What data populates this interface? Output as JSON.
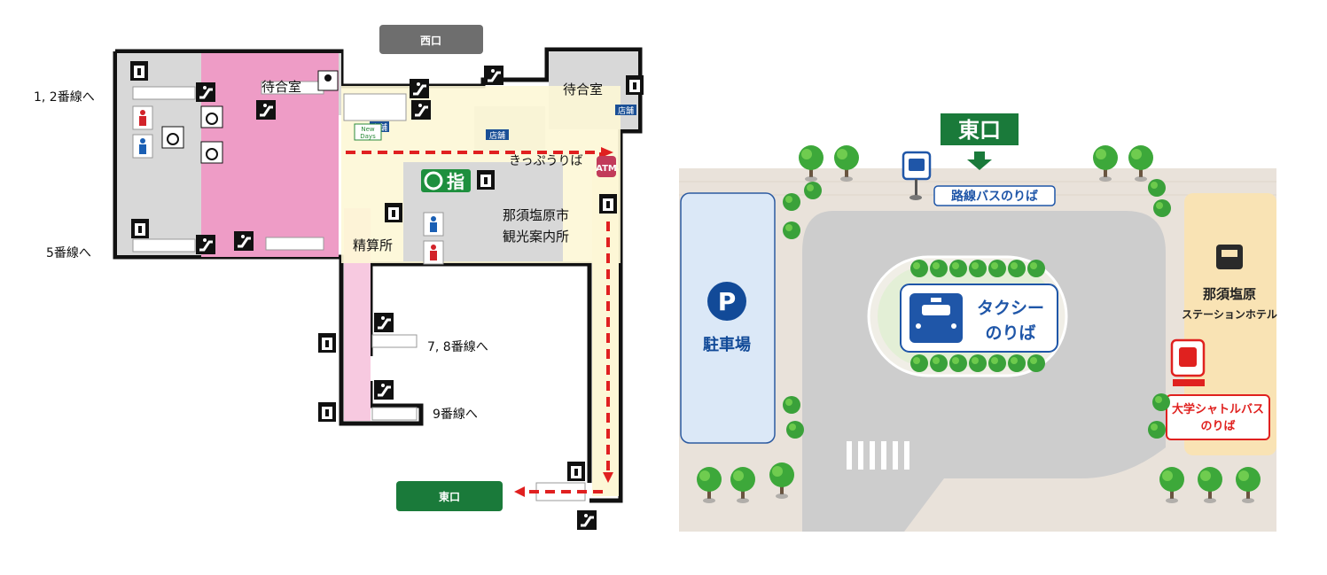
{
  "station_map": {
    "exits": {
      "west": "西口",
      "east": "東口"
    },
    "rooms": {
      "waiting_room_1": "待合室",
      "waiting_room_2": "待合室",
      "fare_adjustment": "精算所",
      "tourist_info_line1": "那須塩原市",
      "tourist_info_line2": "観光案内所",
      "ticket_office": "きっぷうりば",
      "reserved_label": "指",
      "shop_1": "店舗",
      "shop_2": "店舗",
      "shop_3": "店舗",
      "atm": "ATM",
      "newdays_line1": "New",
      "newdays_line2": "Days"
    },
    "platforms": {
      "p12": "1, 2番線へ",
      "p5": "5番線へ",
      "p78": "7, 8番線へ",
      "p9": "9番線へ"
    }
  },
  "east_plaza": {
    "exit_label": "東口",
    "bus_stop": "路線バスのりば",
    "taxi_line1": "タクシー",
    "taxi_line2": "のりば",
    "parking_symbol": "P",
    "parking_label": "駐車場",
    "hotel_line1": "那須塩原",
    "hotel_line2": "ステーションホテル",
    "shuttle_line1": "大学シャトルバス",
    "shuttle_line2": "のりば"
  },
  "colors": {
    "east_exit_green": "#1a7a3a",
    "route_red": "#e02020",
    "floor_pink": "#ee9cc6",
    "concourse_yellow": "#fdf7d6",
    "taxi_blue": "#1f56a8",
    "shuttle_red": "#e0211f"
  }
}
